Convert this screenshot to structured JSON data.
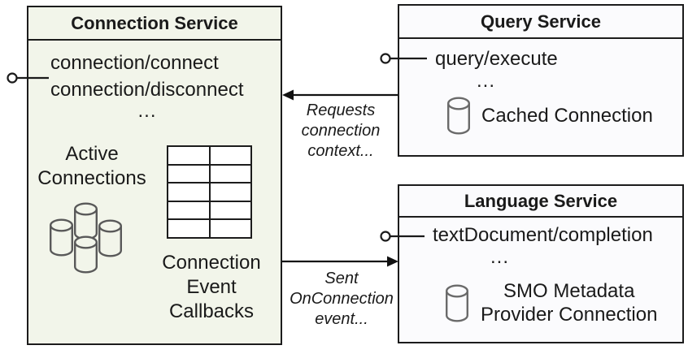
{
  "colors": {
    "connection_service_fill": "#f2f5ea",
    "service_fill": "#fbfbfd",
    "border": "#1c1c1c",
    "cylinder_stroke": "#595959",
    "text": "#1a1a1a"
  },
  "connection_service": {
    "title": "Connection Service",
    "methods": [
      "connection/connect",
      "connection/disconnect"
    ],
    "ellipsis": "...",
    "active_connections_label": "Active\nConnections",
    "callbacks_label": "Connection\nEvent\nCallbacks"
  },
  "query_service": {
    "title": "Query Service",
    "methods": [
      "query/execute"
    ],
    "ellipsis": "...",
    "cached_connection_label": "Cached Connection"
  },
  "language_service": {
    "title": "Language Service",
    "methods": [
      "textDocument/completion"
    ],
    "ellipsis": "...",
    "smo_label": "SMO Metadata\nProvider Connection"
  },
  "arrows": {
    "requests_label": "Requests\nconnection\ncontext...",
    "sent_label": "Sent\nOnConnection\nevent..."
  }
}
